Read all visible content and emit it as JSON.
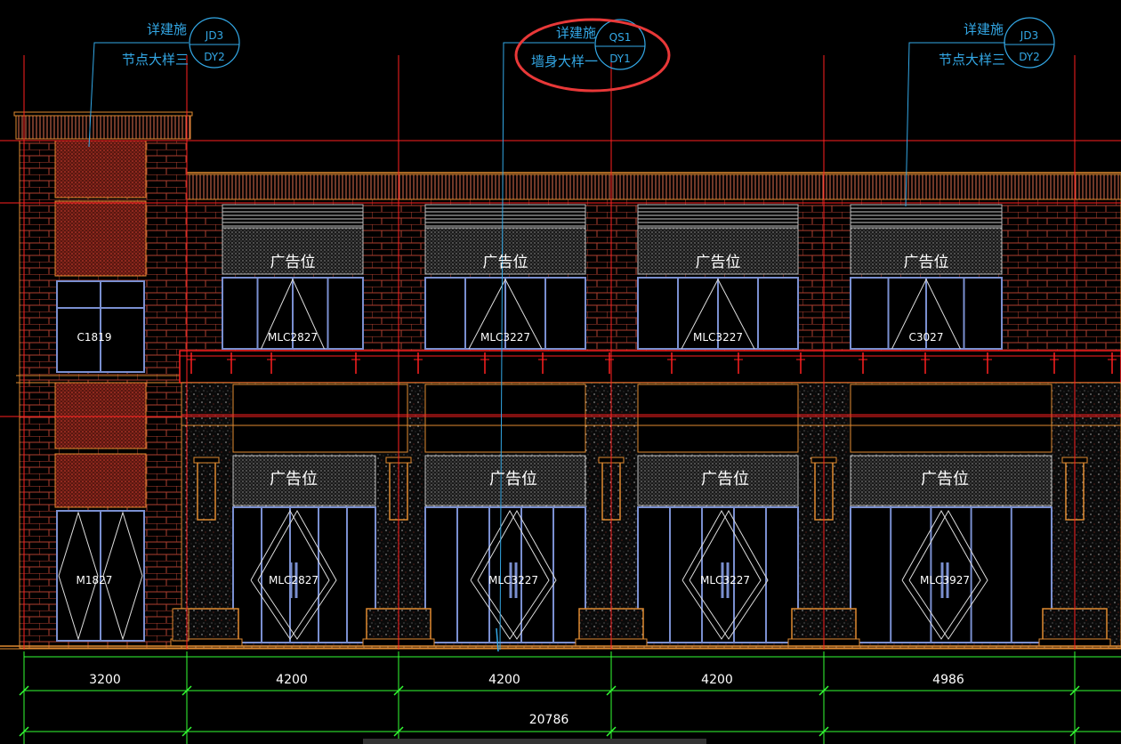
{
  "colors": {
    "background": "#000000",
    "axis_red": "#ff2020",
    "leader_cyan": "#33a8e6",
    "dim_green": "#33ff33",
    "dim_text": "#ffffff",
    "brick": "#b04030",
    "steel_blue": "#7a8fd0",
    "highlight_circle": "#e83838",
    "text_white": "#ffffff",
    "orange": "#e08a30"
  },
  "callouts": {
    "left": {
      "line1": "详建施",
      "line2": "节点大样三",
      "code_top": "JD3",
      "code_bottom": "DY2"
    },
    "middle": {
      "line1": "详建施",
      "line2": "墙身大样一",
      "code_top": "QS1",
      "code_bottom": "DY1"
    },
    "right": {
      "line1": "详建施",
      "line2": "节点大样三",
      "code_top": "JD3",
      "code_bottom": "DY2"
    }
  },
  "upper_floor": {
    "ad_label": "广告位",
    "stair_window": "C1819",
    "windows": [
      "MLC2827",
      "MLC3227",
      "MLC3227",
      "C3027"
    ]
  },
  "lower_floor": {
    "ad_label": "广告位",
    "stair_door": "M1827",
    "doors": [
      "MLC2827",
      "MLC3227",
      "MLC3227",
      "MLC3927"
    ]
  },
  "dimensions": {
    "segments": [
      "3200",
      "4200",
      "4200",
      "4200",
      "4986"
    ],
    "total": "20786"
  }
}
